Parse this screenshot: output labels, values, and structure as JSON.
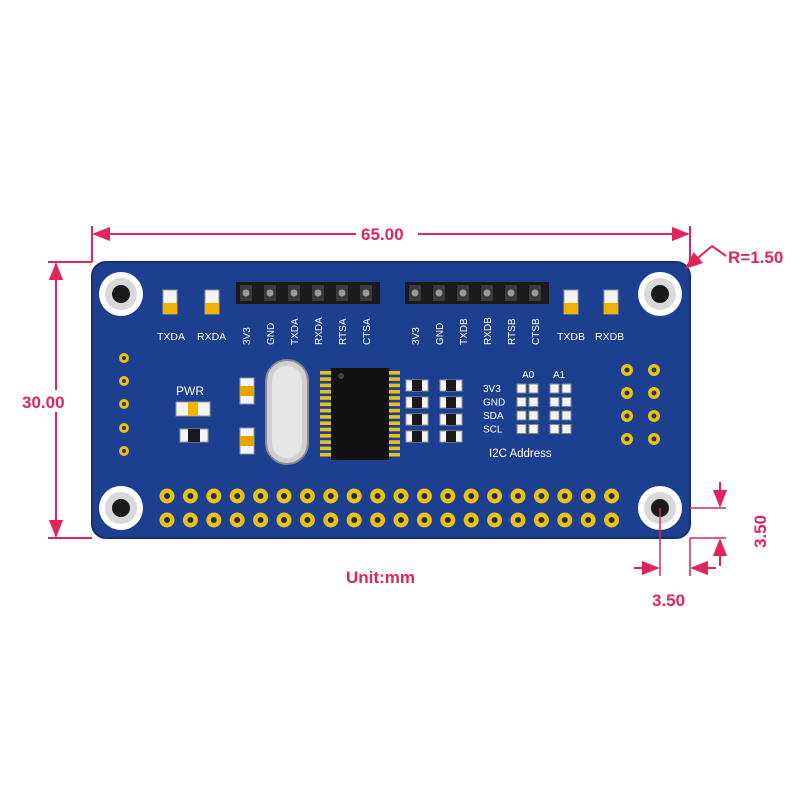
{
  "dimensions": {
    "width": "65.00",
    "height": "30.00",
    "radius": "R=1.50",
    "hole_offset_x": "3.50",
    "hole_offset_y": "3.50",
    "unit": "Unit:mm"
  },
  "board": {
    "header_a_pins": [
      "3V3",
      "GND",
      "TXDA",
      "RXDA",
      "RTSA",
      "CTSA"
    ],
    "header_b_pins": [
      "3V3",
      "GND",
      "TXDB",
      "RXDB",
      "RTSB",
      "CTSB"
    ],
    "led_txda": "TXDA",
    "led_rxda": "RXDA",
    "led_txdb": "TXDB",
    "led_rxdb": "RXDB",
    "pwr_label": "PWR",
    "i2c_rows": [
      "3V3",
      "GND",
      "SDA",
      "SCL"
    ],
    "i2c_a0": "A0",
    "i2c_a1": "A1",
    "i2c_title": "I2C Address"
  },
  "colors": {
    "board": "#1d3f8f",
    "dimension": "#e0245e",
    "gold": "#e8c21a"
  }
}
